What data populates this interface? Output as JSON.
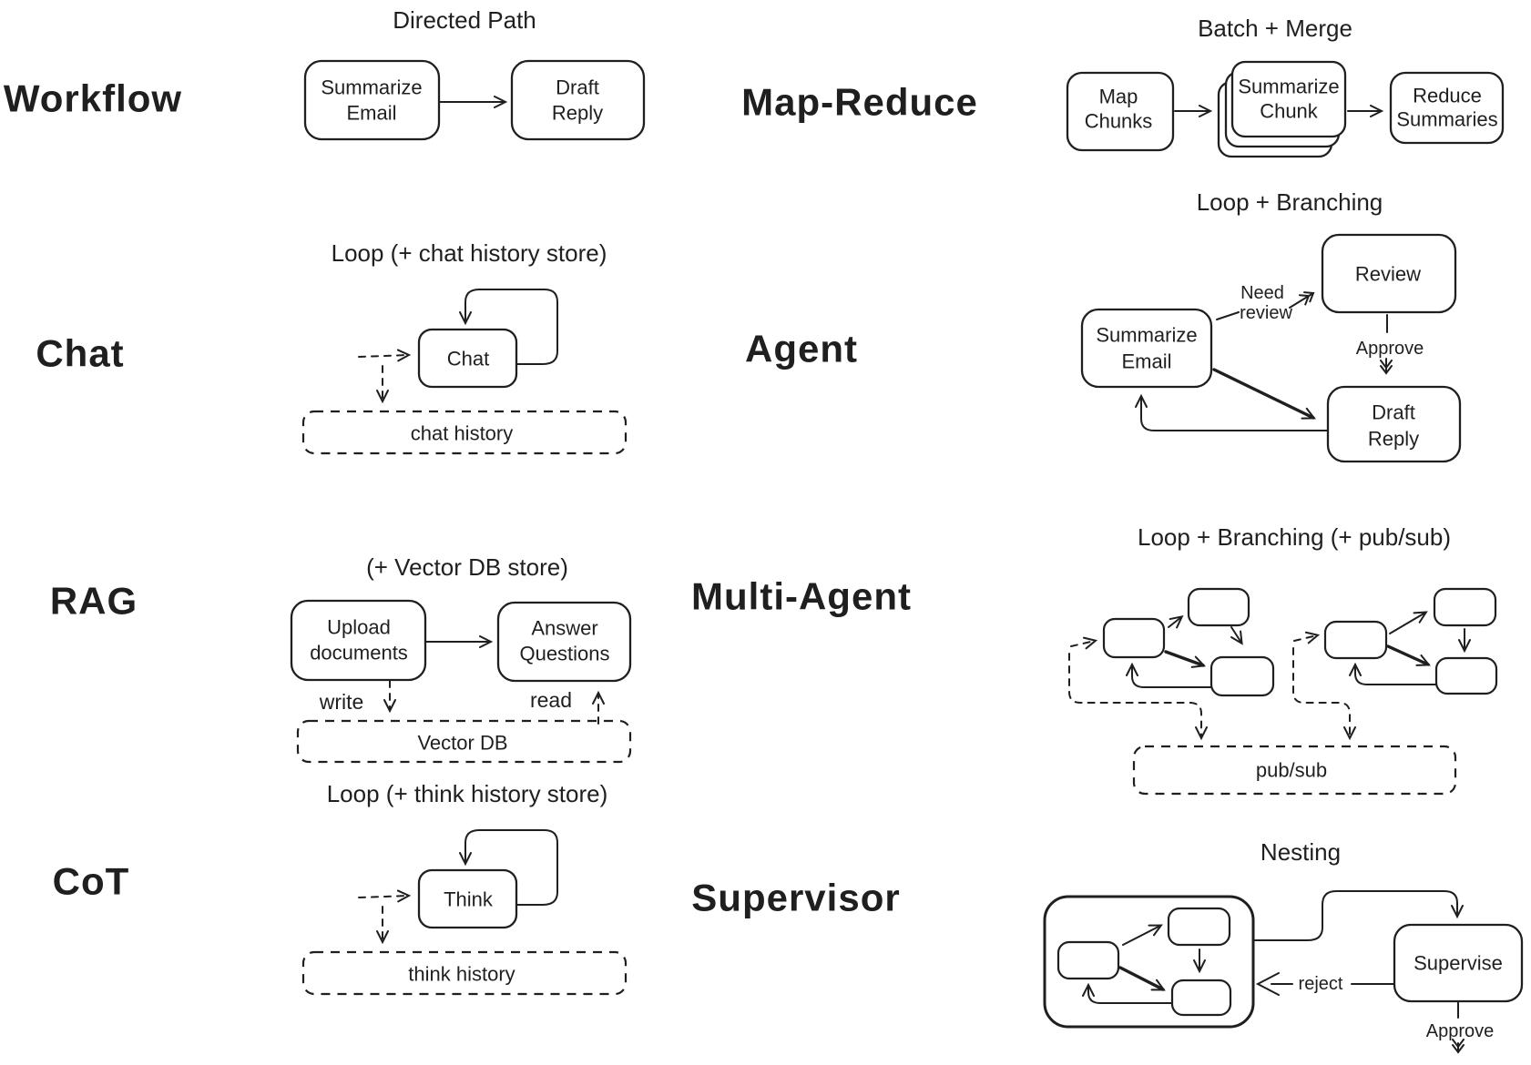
{
  "page": {
    "background": "#ffffff",
    "ink": "#1f1f1f"
  },
  "sections": {
    "workflow": {
      "label": "Workflow",
      "pattern": "Directed Path",
      "nodes": {
        "summarize_email": {
          "line1": "Summarize",
          "line2": "Email"
        },
        "draft_reply": {
          "line1": "Draft",
          "line2": "Reply"
        }
      }
    },
    "chat": {
      "label": "Chat",
      "pattern": "Loop (+ chat history store)",
      "nodes": {
        "chat": {
          "line1": "Chat"
        }
      },
      "store": "chat history"
    },
    "rag": {
      "label": "RAG",
      "pattern": "(+ Vector DB store)",
      "nodes": {
        "upload_documents": {
          "line1": "Upload",
          "line2": "documents"
        },
        "answer_questions": {
          "line1": "Answer",
          "line2": "Questions"
        }
      },
      "edge_labels": {
        "write": "write",
        "read": "read"
      },
      "store": "Vector DB"
    },
    "cot": {
      "label": "CoT",
      "pattern": "Loop (+ think history store)",
      "nodes": {
        "think": {
          "line1": "Think"
        }
      },
      "store": "think history"
    },
    "map_reduce": {
      "label": "Map-Reduce",
      "pattern": "Batch + Merge",
      "nodes": {
        "map_chunks": {
          "line1": "Map",
          "line2": "Chunks"
        },
        "summarize_chunk": {
          "line1": "Summarize",
          "line2": "Chunk"
        },
        "reduce_summaries": {
          "line1": "Reduce",
          "line2": "Summaries"
        }
      }
    },
    "agent": {
      "label": "Agent",
      "pattern": "Loop + Branching",
      "nodes": {
        "review": {
          "line1": "Review"
        },
        "summarize_email": {
          "line1": "Summarize",
          "line2": "Email"
        },
        "draft_reply": {
          "line1": "Draft",
          "line2": "Reply"
        }
      },
      "edge_labels": {
        "need_review_line1": "Need",
        "need_review_line2": "review",
        "approve": "Approve"
      }
    },
    "multi_agent": {
      "label": "Multi-Agent",
      "pattern": "Loop + Branching (+ pub/sub)",
      "store": "pub/sub"
    },
    "supervisor": {
      "label": "Supervisor",
      "pattern": "Nesting",
      "nodes": {
        "supervise": {
          "line1": "Supervise"
        }
      },
      "edge_labels": {
        "reject": "reject",
        "approve": "Approve"
      }
    }
  }
}
